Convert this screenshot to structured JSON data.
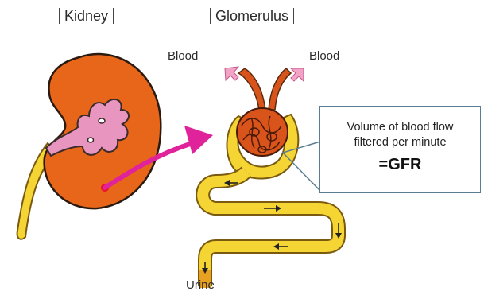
{
  "labels": {
    "kidney": "Kidney",
    "glomerulus": "Glomerulus",
    "blood_left": "Blood",
    "blood_right": "Blood",
    "urine": "Urine"
  },
  "callout": {
    "line1": "Volume of blood flow",
    "line2": "filtered per minute",
    "value": "=GFR"
  },
  "colors": {
    "kidney_orange": "#e8661a",
    "pelvis_pink": "#e896c0",
    "vessel_orange": "#d9541b",
    "tubule_yellow": "#f5d533",
    "arrow_magenta": "#e0239a",
    "blood_arrow_pink": "#f2a3c6",
    "callout_border": "#5b7d93"
  }
}
